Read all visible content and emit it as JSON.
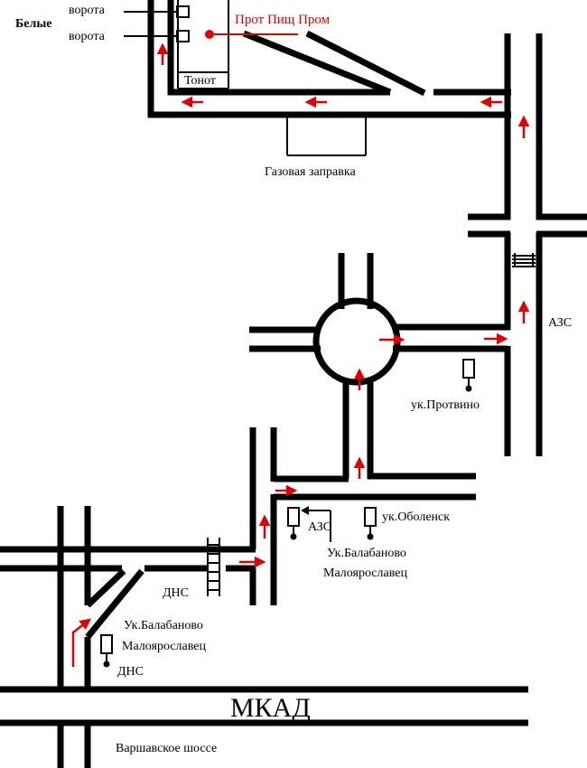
{
  "map": {
    "labels": {
      "belye": "Белые",
      "vorota_1": "ворота",
      "vorota_2": "ворота",
      "prot_pishch_prom": "Прот Пищ Пром",
      "tonot": "Тонот",
      "gas_station": "Газовая заправка",
      "azs_right": "АЗС",
      "uk_protvino": "ук.Протвино",
      "azs_small": "АЗС",
      "uk_obolensk": "ук.Оболенск",
      "uk_balabanovo_1": "Ук.Балабаново",
      "maloyaroslavets_1": "Малоярославец",
      "dns_1": "ДНС",
      "uk_balabanovo_2": "Ук.Балабаново",
      "maloyaroslavets_2": "Малоярославец",
      "dns_2": "ДНС",
      "mkad": "МКАД",
      "varshavskoe": "Варшавское шоссе"
    },
    "colors": {
      "road": "#000000",
      "route_arrow": "#e00000",
      "destination": "#e00000",
      "background": "#ffffff"
    },
    "icons": [
      "sign-icon",
      "arrow-icon",
      "rail-crossing-icon",
      "destination-dot-icon"
    ]
  }
}
